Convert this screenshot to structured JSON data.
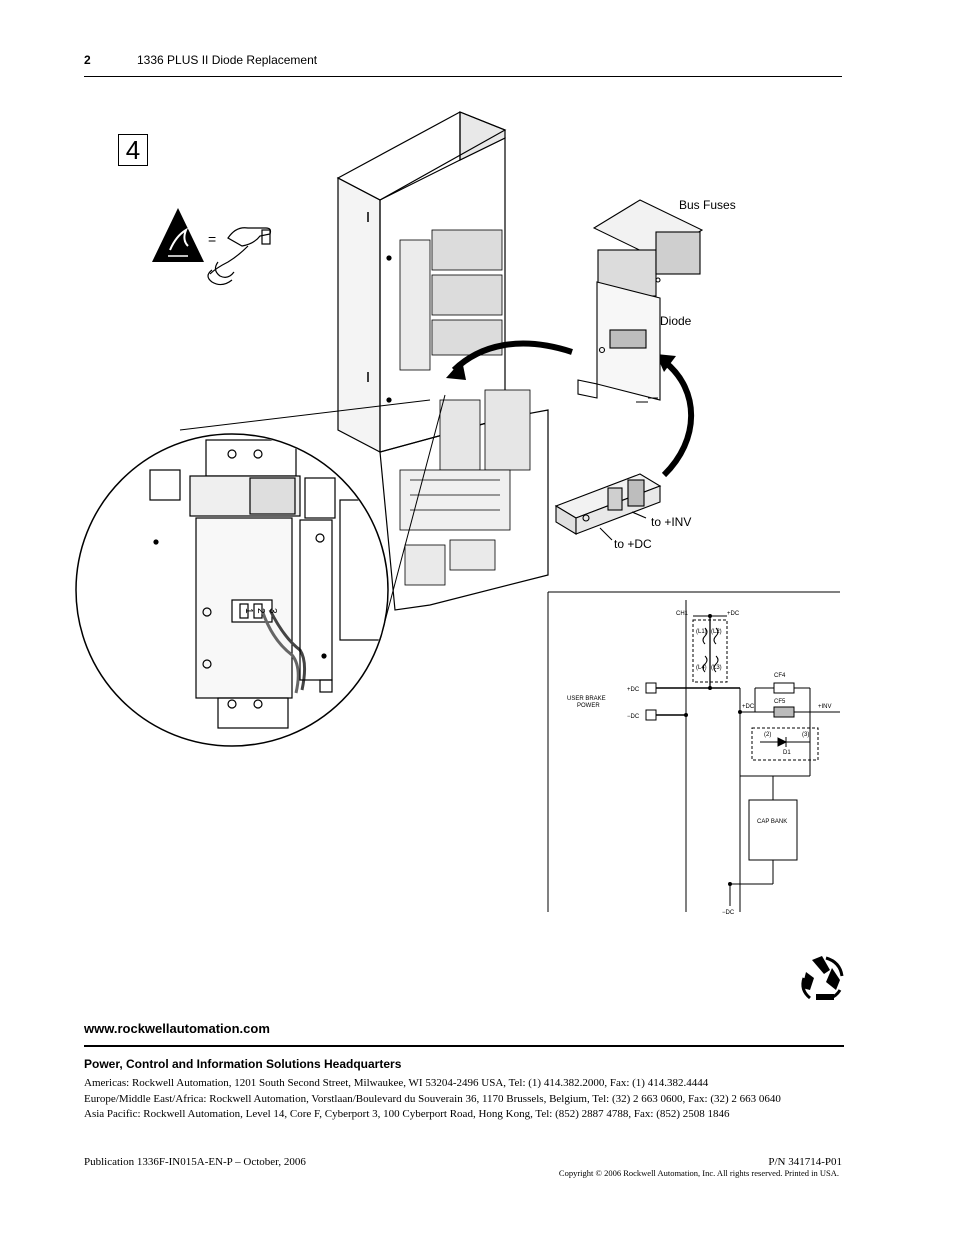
{
  "header": {
    "page_number": "2",
    "title": "1336 PLUS II Diode Replacement"
  },
  "step": {
    "number": "4"
  },
  "callouts": {
    "bus_fuses": "Bus Fuses",
    "diode": "Diode",
    "to_inv": "to +INV",
    "to_dc": "to +DC"
  },
  "esd": {
    "equals": "="
  },
  "terminal_numbers": [
    "1",
    "2",
    "3"
  ],
  "schematic": {
    "ch1": "CH1",
    "plus_dc_top": "+DC",
    "l1": "(L1)",
    "l2": "(L2)",
    "l4": "(L4)",
    "l3": "(L3)",
    "user_brake_power_1": "USER BRAKE",
    "user_brake_power_2": "POWER",
    "plus_dc_term": "+DC",
    "minus_dc_term": "−DC",
    "cf4": "CF4",
    "cf5": "CF5",
    "plus_dc_mid": "+DC",
    "plus_inv": "+INV",
    "pin2": "(2)",
    "pin3": "(3)",
    "d1": "D1",
    "cap_bank": "CAP BANK",
    "minus_dc_bottom": "−DC"
  },
  "footer": {
    "url": "www.rockwellautomation.com",
    "hq_title": "Power, Control and Information Solutions Headquarters",
    "americas": "Americas: Rockwell Automation, 1201 South Second Street, Milwaukee, WI 53204-2496 USA, Tel: (1) 414.382.2000, Fax: (1)  414.382.4444",
    "europe": "Europe/Middle East/Africa: Rockwell Automation, Vorstlaan/Boulevard du Souverain 36, 1170 Brussels, Belgium, Tel: (32) 2 663 0600, Fax: (32) 2 663 0640",
    "asia": "Asia Pacific: Rockwell Automation, Level 14, Core F, Cyberport 3, 100 Cyberport Road, Hong Kong, Tel: (852) 2887 4788, Fax: (852) 2508 1846",
    "publication": "Publication 1336F-IN015A-EN-P – October, 2006",
    "part_number": "P/N 341714-P01",
    "copyright": "Copyright © 2006 Rockwell Automation, Inc. All rights reserved. Printed in USA."
  }
}
